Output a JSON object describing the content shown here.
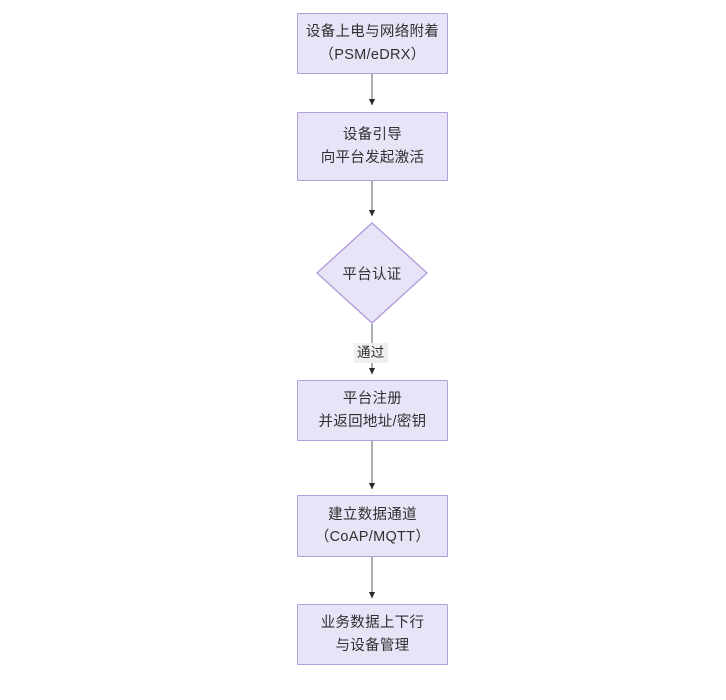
{
  "diagram": {
    "type": "flowchart",
    "orientation": "vertical-top-down",
    "background_color": "#ffffff",
    "node_fill_color": "#e8e4f8",
    "node_border_color": "#b39ddb",
    "edge_line_color": "#6b6b6b",
    "text_color": "#303030",
    "nodes": [
      {
        "id": "n1",
        "shape": "rectangle",
        "label": "设备上电与网络附着\n（PSM/eDRX）"
      },
      {
        "id": "n2",
        "shape": "rectangle",
        "label": "设备引导\n向平台发起激活"
      },
      {
        "id": "n3",
        "shape": "diamond",
        "label": "平台认证"
      },
      {
        "id": "n4",
        "shape": "rectangle",
        "label": "平台注册\n并返回地址/密钥"
      },
      {
        "id": "n5",
        "shape": "rectangle",
        "label": "建立数据通道\n（CoAP/MQTT）"
      },
      {
        "id": "n6",
        "shape": "rectangle",
        "label": "业务数据上下行\n与设备管理"
      }
    ],
    "edges": [
      {
        "from": "n1",
        "to": "n2",
        "label": ""
      },
      {
        "from": "n2",
        "to": "n3",
        "label": ""
      },
      {
        "from": "n3",
        "to": "n4",
        "label": "通过"
      },
      {
        "from": "n4",
        "to": "n5",
        "label": ""
      },
      {
        "from": "n5",
        "to": "n6",
        "label": ""
      }
    ]
  }
}
